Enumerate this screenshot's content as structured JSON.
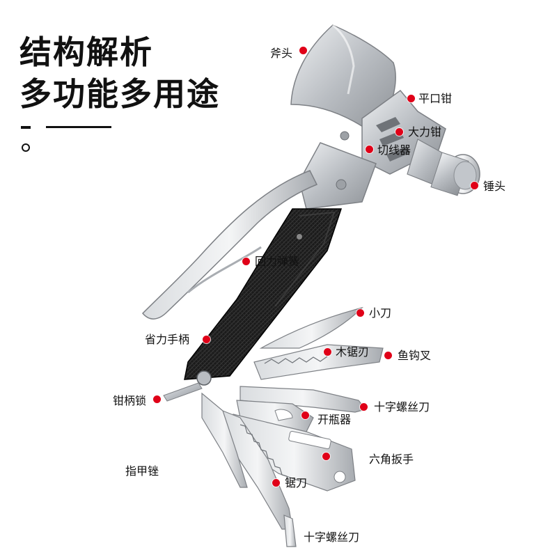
{
  "title": {
    "line1": "结构解析",
    "line2": "多功能多用途"
  },
  "colors": {
    "accent_dot": "#e00018",
    "handle": "#1a1a1a",
    "steel": "#c9ccd0"
  },
  "parts": [
    {
      "id": "axe",
      "label": "斧头"
    },
    {
      "id": "flat-pliers",
      "label": "平口钳"
    },
    {
      "id": "vise-pliers",
      "label": "大力钳"
    },
    {
      "id": "wire-cutter",
      "label": "切线器"
    },
    {
      "id": "hammer-head",
      "label": "锤头"
    },
    {
      "id": "return-spring",
      "label": "回力弹簧"
    },
    {
      "id": "small-knife",
      "label": "小刀"
    },
    {
      "id": "effort-saving-handle",
      "label": "省力手柄"
    },
    {
      "id": "wood-saw",
      "label": "木锯刃"
    },
    {
      "id": "fish-hook-fork",
      "label": "鱼钩叉"
    },
    {
      "id": "handle-lock",
      "label": "钳柄锁"
    },
    {
      "id": "phillips-screwdriver",
      "label": "十字螺丝刀"
    },
    {
      "id": "bottle-opener",
      "label": "开瓶器"
    },
    {
      "id": "hex-wrench",
      "label": "六角扳手"
    },
    {
      "id": "nail-file",
      "label": "指甲锉"
    },
    {
      "id": "saw-blade",
      "label": "锯刀"
    },
    {
      "id": "phillips-screwdriver-bottom",
      "label": "十字螺丝刀"
    }
  ]
}
